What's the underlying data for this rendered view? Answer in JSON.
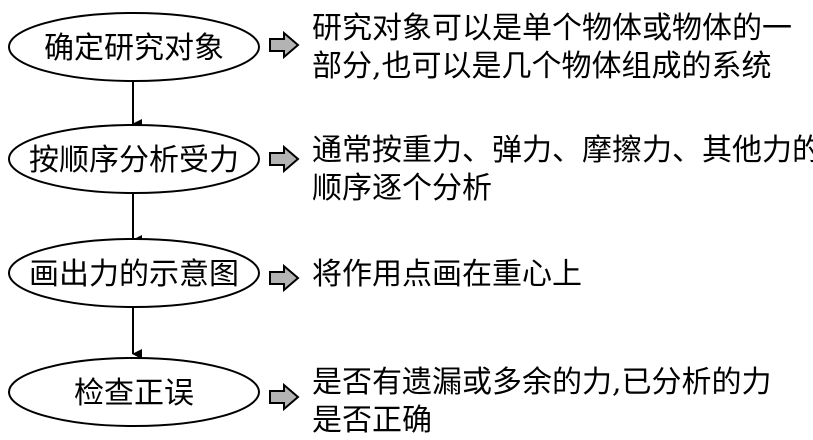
{
  "colors": {
    "stroke": "#000000",
    "arrow_fill": "#b3b3b3",
    "text": "#000000"
  },
  "steps": [
    {
      "label": "确定研究对象",
      "description": [
        "研究对象可以是单个物体或物体的一",
        "部分,也可以是几个物体组成的系统"
      ]
    },
    {
      "label": "按顺序分析受力",
      "description": [
        "通常按重力、弹力、摩擦力、其他力的",
        "顺序逐个分析"
      ]
    },
    {
      "label": "画出力的示意图",
      "description": [
        "将作用点画在重心上"
      ]
    },
    {
      "label": "检查正误",
      "description": [
        "是否有遗漏或多余的力,已分析的力",
        "是否正确"
      ]
    }
  ]
}
